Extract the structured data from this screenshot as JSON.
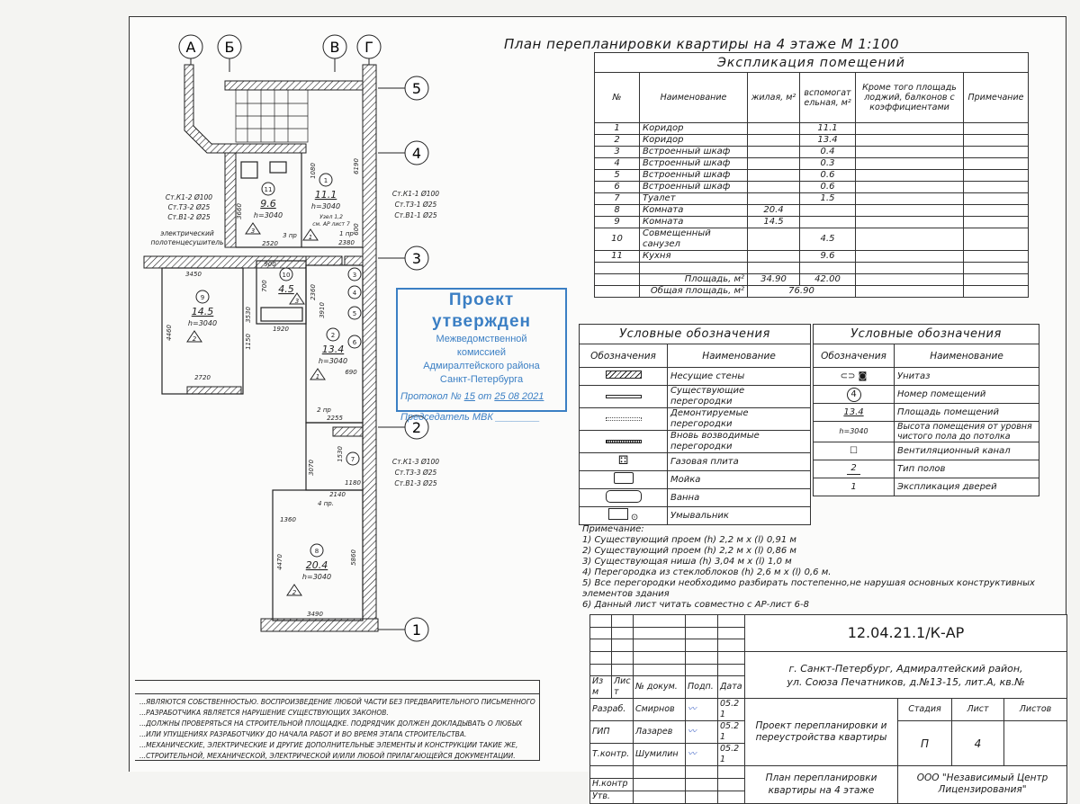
{
  "plan_title": "План перепланировки квартиры на 4 этаже М 1:100",
  "axes": {
    "cols": [
      "А",
      "Б",
      "В",
      "Г"
    ],
    "rows": [
      "5",
      "4",
      "3",
      "2",
      "1"
    ]
  },
  "rooms": [
    {
      "num": "11",
      "area": "9.6",
      "h": "h=3040",
      "floor": "3"
    },
    {
      "num": "1",
      "area": "11.1",
      "h": "h=3040",
      "floor": "1"
    },
    {
      "num": "9",
      "area": "14.5",
      "h": "h=3040",
      "floor": "2"
    },
    {
      "num": "10",
      "area": "4.5",
      "floor": "3"
    },
    {
      "num": "2",
      "area": "13.4",
      "h": "h=3040",
      "floor": "1"
    },
    {
      "num": "8",
      "area": "20.4",
      "h": "h=3040",
      "floor": "2"
    },
    {
      "num": "3"
    },
    {
      "num": "4"
    },
    {
      "num": "5"
    },
    {
      "num": "6"
    },
    {
      "num": "7"
    }
  ],
  "dims": [
    "3660",
    "2520",
    "2380",
    "6190",
    "3450",
    "3530",
    "4460",
    "2720",
    "1920",
    "1150",
    "2360",
    "3910",
    "690",
    "2255",
    "3070",
    "1180",
    "2140",
    "1360",
    "4470",
    "5860",
    "3490",
    "1530",
    "700",
    "900",
    "600",
    "1080"
  ],
  "plan_notes": {
    "risers_top": [
      "Ст.К1-1 Ø100",
      "Ст.Т3-1 Ø25",
      "Ст.В1-1 Ø25"
    ],
    "risers_left": [
      "Ст.К1-2 Ø100",
      "Ст.Т3-2 Ø25",
      "Ст.В1-2 Ø25"
    ],
    "risers_bottom": [
      "Ст.К1-3 Ø100",
      "Ст.Т3-3 Ø25",
      "Ст.В1-3 Ø25"
    ],
    "towel": [
      "электрический",
      "полотенцесушитель"
    ],
    "node": [
      "Узел 1,2",
      "см. АР лист 7"
    ],
    "openings": [
      "1 пр",
      "2 пр",
      "3 пр",
      "4 пр."
    ]
  },
  "explication": {
    "title": "Экспликация помещений",
    "headers": [
      "№",
      "Наименование",
      "жилая, м²",
      "вспомогательная, м²",
      "Кроме того площадь лоджий, балконов с коэффициентами",
      "Примечание"
    ],
    "rows": [
      [
        "1",
        "Коридор",
        "",
        "11.1"
      ],
      [
        "2",
        "Коридор",
        "",
        "13.4"
      ],
      [
        "3",
        "Встроенный шкаф",
        "",
        "0.4"
      ],
      [
        "4",
        "Встроенный шкаф",
        "",
        "0.3"
      ],
      [
        "5",
        "Встроенный шкаф",
        "",
        "0.6"
      ],
      [
        "6",
        "Встроенный шкаф",
        "",
        "0.6"
      ],
      [
        "7",
        "Туалет",
        "",
        "1.5"
      ],
      [
        "8",
        "Комната",
        "20.4",
        ""
      ],
      [
        "9",
        "Комната",
        "14.5",
        ""
      ],
      [
        "10",
        "Совмещенный санузел",
        "",
        "4.5"
      ],
      [
        "11",
        "Кухня",
        "",
        "9.6"
      ],
      [
        "",
        "",
        "",
        ""
      ]
    ],
    "total_label": "Площадь, м²",
    "total_living": "34.90",
    "total_aux": "42.00",
    "grand_label": "Общая площадь, м²",
    "grand_total": "76.90"
  },
  "legend_left": {
    "title": "Условные обозначения",
    "col1": "Обозначения",
    "col2": "Наименование",
    "items": [
      {
        "icon": "bearing-wall",
        "label": "Несущие стены"
      },
      {
        "icon": "existing-partition",
        "label": "Существующие перегородки"
      },
      {
        "icon": "demolished-partition",
        "label": "Демонтируемые перегородки"
      },
      {
        "icon": "new-partition",
        "label": "Вновь возводимые перегородки"
      },
      {
        "icon": "gas-stove",
        "label": "Газовая плита"
      },
      {
        "icon": "sink",
        "label": "Мойка"
      },
      {
        "icon": "bathtub",
        "label": "Ванна"
      },
      {
        "icon": "washbasin",
        "label": "Умывальник"
      }
    ]
  },
  "legend_right": {
    "title": "Условные обозначения",
    "col1": "Обозначения",
    "col2": "Наименование",
    "items": [
      {
        "icon": "toilet",
        "sym": "",
        "label": "Унитаз"
      },
      {
        "icon": "room-number",
        "sym": "4",
        "label": "Номер помещений"
      },
      {
        "icon": "room-area",
        "sym": "13.4",
        "label": "Площадь помещений"
      },
      {
        "icon": "room-height",
        "sym": "h=3040",
        "label": "Высота помещения от уровня чистого пола до потолка"
      },
      {
        "icon": "vent-channel",
        "sym": "",
        "label": "Вентиляционный канал"
      },
      {
        "icon": "floor-type",
        "sym": "2",
        "label": "Тип полов"
      },
      {
        "icon": "door-explication",
        "sym": "1",
        "label": "Экспликация дверей"
      }
    ]
  },
  "notes": {
    "title": "Примечание:",
    "items": [
      "1) Существующий проем (h) 2,2 м х (l) 0,91 м",
      "2) Существующий проем (h) 2,2 м х (l) 0,86 м",
      "3) Существующая ниша (h) 3,04 м х (l) 1,0 м",
      "4) Перегородка из стеклоблоков (h) 2,6 м х (l) 0,6 м.",
      "5) Все перегородки необходимо разбирать постепенно,не нарушая основных конструктивных элементов здания",
      "6) Данный лист читать совместно с АР-лист 6-8"
    ]
  },
  "stamp": {
    "title": "Проект утвержден",
    "lines": [
      "Межведомственной",
      "комиссией",
      "Адмиралтейского района",
      "Санкт-Петербурга"
    ],
    "protocol_label": "Протокол №",
    "protocol_no": "15",
    "from_label": "от",
    "date": "25 08 2021",
    "chair_label": "Председатель МВК"
  },
  "title_block": {
    "code": "12.04.21.1/К-АР",
    "address": [
      "г. Санкт-Петербург, Адмиралтейский район,",
      "ул. Союза Печатников, д.№13-15, лит.А, кв.№"
    ],
    "heads": [
      "Изм",
      "Лист",
      "№ докум.",
      "Подп.",
      "Дата"
    ],
    "people": [
      {
        "role": "Разраб.",
        "name": "Смирнов",
        "date": "05.21"
      },
      {
        "role": "ГИП",
        "name": "Лазарев",
        "date": "05.21"
      },
      {
        "role": "Т.контр.",
        "name": "Шумилин",
        "date": "05.21"
      },
      {
        "role": "",
        "name": "",
        "date": ""
      },
      {
        "role": "Н.контр",
        "name": "",
        "date": ""
      },
      {
        "role": "Утв.",
        "name": "",
        "date": ""
      }
    ],
    "project": "Проект перепланировки и переустройства квартиры",
    "stage_label": "Стадия",
    "sheet_label": "Лист",
    "sheets_label": "Листов",
    "stage": "П",
    "sheet": "4",
    "sheets": "",
    "sheet_title": "План перепланировки квартиры на 4 этаже",
    "org": "ООО \"Независимый Центр Лицензирования\""
  },
  "disclaimer": [
    "...ЯВЛЯЮТСЯ СОБСТВЕННОСТЬЮ. ВОСПРОИЗВЕДЕНИЕ ЛЮБОЙ ЧАСТИ БЕЗ ПРЕДВАРИТЕЛЬНОГО ПИСЬМЕННОГО",
    "...РАЗРАБОТЧИКА ЯВЛЯЕТСЯ НАРУШЕНИЕ СУЩЕСТВУЮЩИХ ЗАКОНОВ.",
    "...ДОЛЖНЫ ПРОВЕРЯТЬСЯ НА СТРОИТЕЛЬНОЙ ПЛОЩАДКЕ. ПОДРЯДЧИК ДОЛЖЕН ДОКЛАДЫВАТЬ О ЛЮБЫХ",
    "...ИЛИ УПУЩЕНИЯХ РАЗРАБОТЧИКУ ДО НАЧАЛА РАБОТ И ВО ВРЕМЯ ЭТАПА СТРОИТЕЛЬСТВА.",
    "...МЕХАНИЧЕСКИЕ, ЭЛЕКТРИЧЕСКИЕ И ДРУГИЕ ДОПОЛНИТЕЛЬНЫЕ ЭЛЕМЕНТЫ И КОНСТРУКЦИИ ТАКИЕ ЖЕ,",
    "...СТРОИТЕЛЬНОЙ, МЕХАНИЧЕСКОЙ, ЭЛЕКТРИЧЕСКОЙ И/ИЛИ ЛЮБОЙ ПРИЛАГАЮЩЕЙСЯ ДОКУМЕНТАЦИИ."
  ]
}
